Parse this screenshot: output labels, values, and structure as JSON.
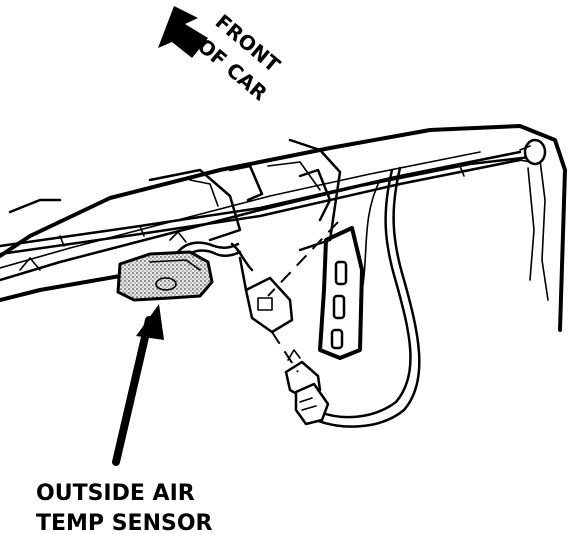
{
  "labels": {
    "front_line1": "FRONT",
    "front_line2": "OF CAR",
    "sensor_line1": "OUTSIDE AIR",
    "sensor_line2": "TEMP SENSOR"
  },
  "colors": {
    "ink": "#000000",
    "paper": "#ffffff",
    "sensor_fill": "#c8c8c8"
  },
  "icons": {
    "direction": "arrow-up-left-icon",
    "callout": "arrow-up-icon"
  }
}
